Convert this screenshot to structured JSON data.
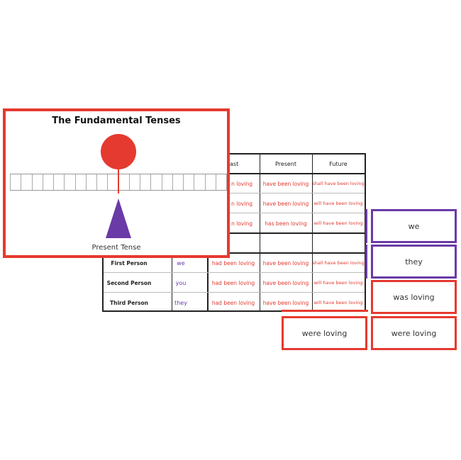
{
  "poster": {
    "title": "The Fundamental Tenses",
    "caption": "Present Tense"
  },
  "table": {
    "headers": [
      "ast",
      "Present",
      "Future"
    ],
    "rows_top": [
      [
        "n loving",
        "have been loving",
        "shall have been loving"
      ],
      [
        "n loving",
        "have been loving",
        "will have been loving"
      ],
      [
        "n loving",
        "has been loving",
        "will have been loving"
      ]
    ],
    "rows_bottom": [
      {
        "person": "First Person",
        "pronoun": "we",
        "past": "had been loving",
        "present": "have been loving",
        "future": "shall have been loving"
      },
      {
        "person": "Second Person",
        "pronoun": "you",
        "past": "had been loving",
        "present": "have been loving",
        "future": "will have been loving"
      },
      {
        "person": "Third Person",
        "pronoun": "they",
        "past": "had been loving",
        "present": "have been loving",
        "future": "will have been loving"
      }
    ]
  },
  "cards": {
    "we": "we",
    "they": "they",
    "was_loving": "was loving",
    "were_loving_left": "were loving",
    "were_loving_right": "were loving"
  },
  "colors": {
    "red": "#e53a2f",
    "purple": "#6a3aa6"
  }
}
